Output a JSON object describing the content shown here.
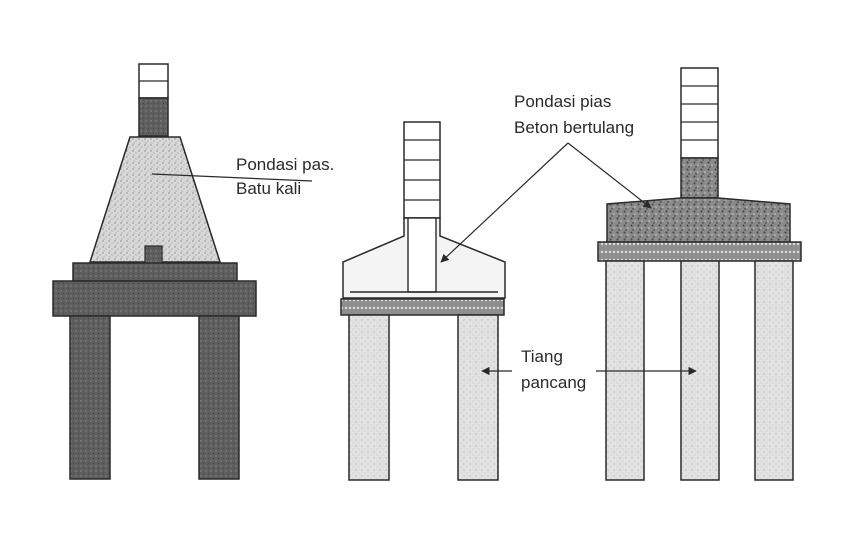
{
  "labels": {
    "stone_foundation": [
      "Pondasi pas.",
      "Batu kali"
    ],
    "concrete_foundation": [
      "Pondasi pias",
      "Beton bertulang"
    ],
    "pile": [
      "Tiang",
      "pancang"
    ]
  },
  "colors": {
    "ink": "#2a2a2a",
    "stone_fill": "#d6d6d6",
    "dark_fill": "#5e5e5e",
    "pile_fill": "#dcdcdc",
    "concrete_fill": "#7a7a7a",
    "cap_fill": "#9a9a9a"
  }
}
